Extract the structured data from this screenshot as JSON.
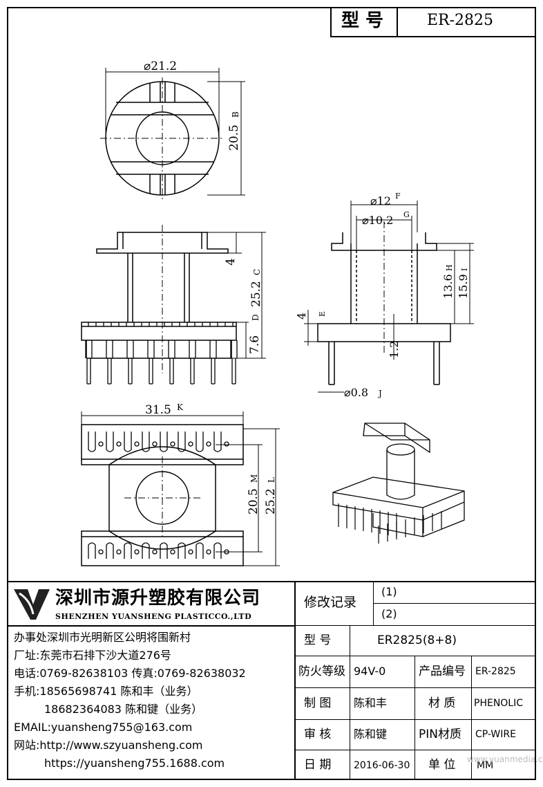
{
  "header": {
    "model_label": "型  号",
    "model_value": "ER-2825"
  },
  "dims": {
    "top_dia": "⌀21.2",
    "top_h": "20.5",
    "top_h_mark": "B",
    "side_h1": "4",
    "side_h2": "25.2",
    "side_h2_mark": "C",
    "side_h3": "7.6",
    "side_h3_mark": "D",
    "sec_d1": "⌀12",
    "sec_d1_mark": "F",
    "sec_d2": "⌀10.2",
    "sec_d2_mark": "G",
    "sec_h1": "13.6",
    "sec_h1_mark": "H",
    "sec_h2": "15.9",
    "sec_h2_mark": "I",
    "sec_h3": "4",
    "sec_h3_mark": "E",
    "sec_h4": "1.2",
    "pin_dia": "⌀0.8",
    "pin_dia_mark": "J",
    "bot_w": "31.5",
    "bot_w_mark": "K",
    "bot_h1": "20.5",
    "bot_h1_mark": "M",
    "bot_h2": "25.2",
    "bot_h2_mark": "L"
  },
  "company": {
    "name_cn": "深圳市源升塑胶有限公司",
    "name_en": "SHENZHEN YUANSHENG PLASTICCO.,LTD",
    "office": "办事处深圳市光明新区公明将围新村",
    "factory": "厂址:东莞市石排下沙大道276号",
    "phone": "电话:0769-82638103 传真:0769-82638032",
    "mobile1": "手机:18565698741 陈和丰（业务）",
    "mobile2": "18682364083 陈和键（业务）",
    "email": "EMAIL:yuansheng755@163.com",
    "web1": "网站:http://www.szyuansheng.com",
    "web2": "https://yuansheng755.1688.com"
  },
  "table": {
    "rev_label": "修改记录",
    "rev1": "(1)",
    "rev2": "(2)",
    "model_label": "型  号",
    "model_value": "ER2825(8+8)",
    "fire_label": "防火等级",
    "fire_value": "94V-0",
    "code_label": "产品编号",
    "code_value": "ER-2825",
    "draw_label": "制  图",
    "draw_value": "陈和丰",
    "mat_label": "材  质",
    "mat_value": "PHENOLIC",
    "check_label": "审  核",
    "check_value": "陈和键",
    "pin_label": "PIN材质",
    "pin_value": "CP-WIRE",
    "date_label": "日  期",
    "date_value": "2016-06-30",
    "unit_label": "单  位",
    "unit_value": "MM"
  },
  "watermark": "www.yuanmedia.com"
}
